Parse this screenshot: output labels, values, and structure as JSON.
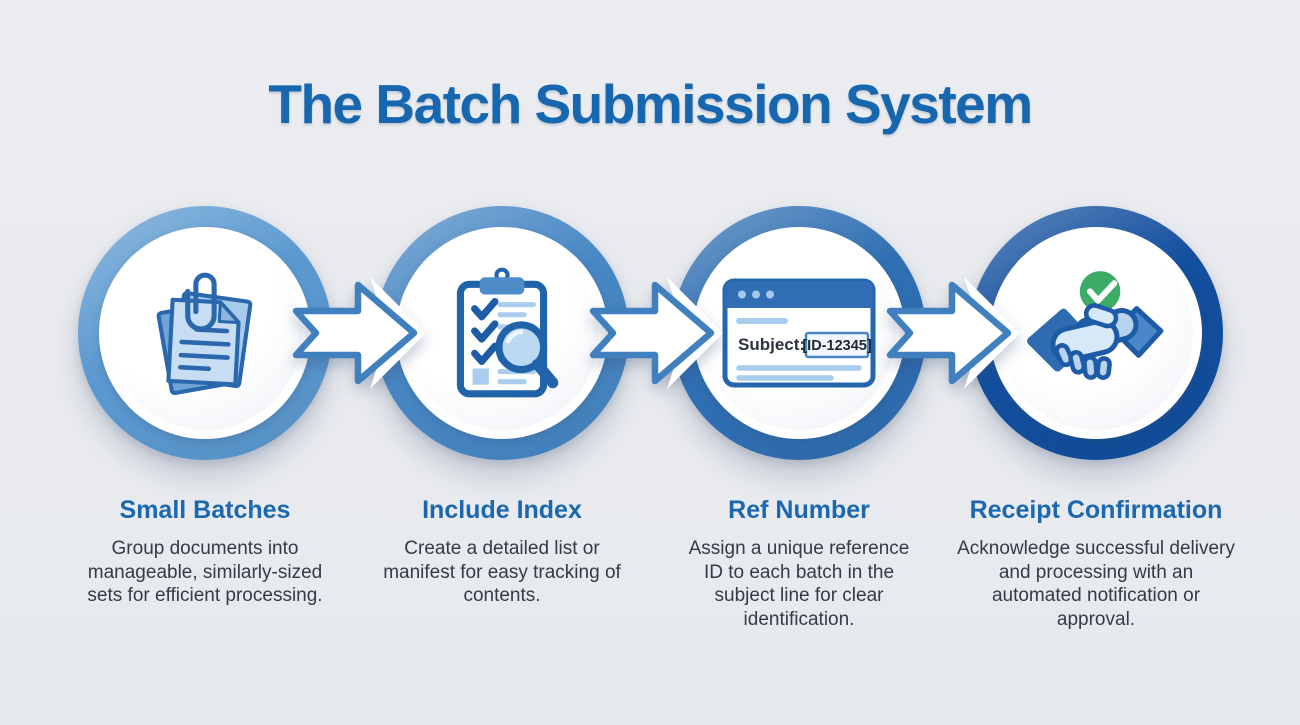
{
  "title": "The Batch Submission System",
  "colors": {
    "background": "#e9ebee",
    "title_blue": "#1766b0",
    "heading_blue": "#1b67b0",
    "body_text": "#333b47",
    "arrow_outline": "#4080bf",
    "icon_outline": "#2163a9",
    "icon_fill_light": "#c3dbf3",
    "check_green": "#3cab66"
  },
  "steps": [
    {
      "heading": "Small Batches",
      "description": "Group documents into manageable, similarly-sized sets for efficient processing.",
      "icon": "document-stack-paperclip-icon",
      "ring_color": "#5b99d0"
    },
    {
      "heading": "Include Index",
      "description": "Create a detailed list or manifest for easy tracking of contents.",
      "icon": "clipboard-checklist-magnifier-icon",
      "ring_color": "#4787c4"
    },
    {
      "heading": "Ref Number",
      "description": "Assign a unique reference ID to each batch in the subject line for clear identification.",
      "icon": "email-window-subject-icon",
      "ring_color": "#2f6fb3",
      "window": {
        "subject_label": "Subject:",
        "subject_value": "[ID-12345]"
      }
    },
    {
      "heading": "Receipt Confirmation",
      "description": "Acknowledge successful delivery and processing with an automated notification or approval.",
      "icon": "handshake-check-icon",
      "ring_color": "#124f9e"
    }
  ]
}
